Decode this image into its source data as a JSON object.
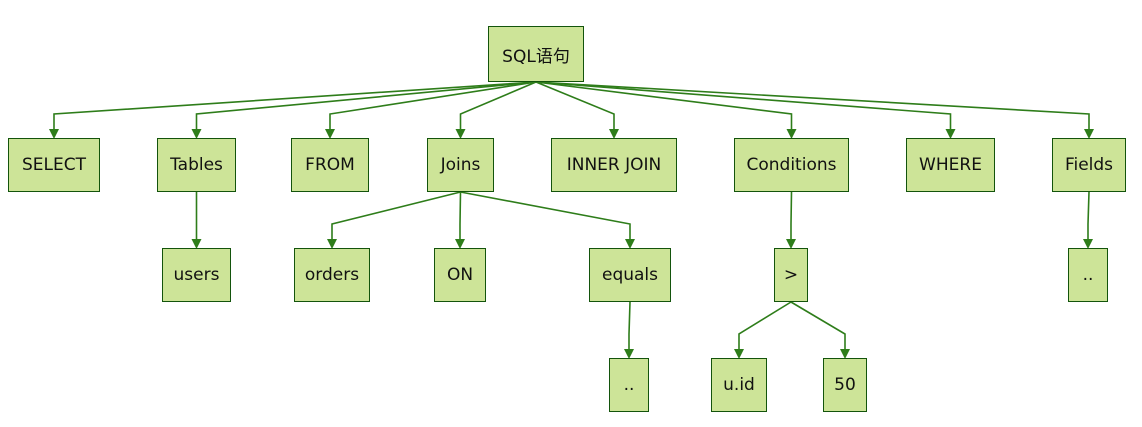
{
  "colors": {
    "node_fill": "#cde498",
    "node_border": "#13540c",
    "edge": "#2e7d1a",
    "background": "#ffffff"
  },
  "nodes": [
    {
      "id": "root",
      "label": "SQL语句"
    },
    {
      "id": "select",
      "label": "SELECT"
    },
    {
      "id": "tables",
      "label": "Tables"
    },
    {
      "id": "from",
      "label": "FROM"
    },
    {
      "id": "joins",
      "label": "Joins"
    },
    {
      "id": "innerjoin",
      "label": "INNER JOIN"
    },
    {
      "id": "conditions",
      "label": "Conditions"
    },
    {
      "id": "where",
      "label": "WHERE"
    },
    {
      "id": "fields",
      "label": "Fields"
    },
    {
      "id": "users",
      "label": "users"
    },
    {
      "id": "orders",
      "label": "orders"
    },
    {
      "id": "on",
      "label": "ON"
    },
    {
      "id": "equals",
      "label": "equals"
    },
    {
      "id": "gt",
      "label": ">"
    },
    {
      "id": "fieldsdots",
      "label": ".."
    },
    {
      "id": "equalsdots",
      "label": ".."
    },
    {
      "id": "uid",
      "label": "u.id"
    },
    {
      "id": "fifty",
      "label": "50"
    }
  ],
  "edges": [
    [
      "root",
      "select"
    ],
    [
      "root",
      "tables"
    ],
    [
      "root",
      "from"
    ],
    [
      "root",
      "joins"
    ],
    [
      "root",
      "innerjoin"
    ],
    [
      "root",
      "conditions"
    ],
    [
      "root",
      "where"
    ],
    [
      "root",
      "fields"
    ],
    [
      "tables",
      "users"
    ],
    [
      "joins",
      "orders"
    ],
    [
      "joins",
      "on"
    ],
    [
      "joins",
      "equals"
    ],
    [
      "conditions",
      "gt"
    ],
    [
      "fields",
      "fieldsdots"
    ],
    [
      "equals",
      "equalsdots"
    ],
    [
      "gt",
      "uid"
    ],
    [
      "gt",
      "fifty"
    ]
  ]
}
